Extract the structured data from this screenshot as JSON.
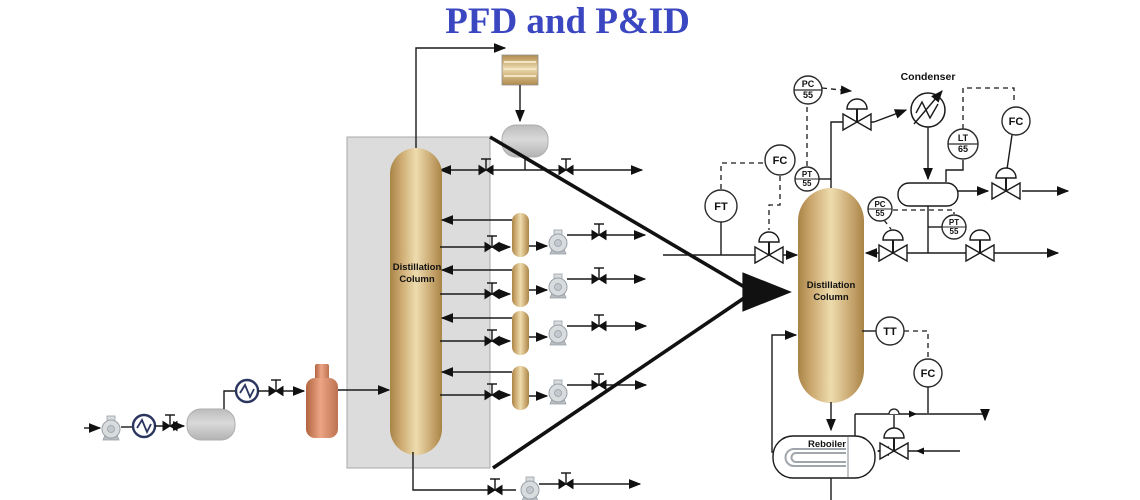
{
  "title": "PFD and P&ID",
  "pfd": {
    "column_label_line1": "Distillation",
    "column_label_line2": "Column"
  },
  "pid": {
    "column_label_line1": "Distillation",
    "column_label_line2": "Column",
    "condenser_label": "Condenser",
    "reboiler_label": "Reboiler",
    "instruments": {
      "pc55_top": {
        "line1": "PC",
        "line2": "55"
      },
      "pt55_top": {
        "line1": "PT",
        "line2": "55"
      },
      "fc_feed": {
        "label": "FC"
      },
      "ft_feed": {
        "label": "FT"
      },
      "lt65": {
        "line1": "LT",
        "line2": "65"
      },
      "fc_distillate": {
        "label": "FC"
      },
      "pc55_reflux": {
        "line1": "PC",
        "line2": "55"
      },
      "pt55_reflux": {
        "line1": "PT",
        "line2": "55"
      },
      "tt_column": {
        "label": "TT"
      },
      "fc_reboiler": {
        "label": "FC"
      }
    }
  },
  "colors": {
    "title_blue": "#3a47c1",
    "vessel_tan": "#cfa972",
    "feed_vessel_salmon": "#d9855f",
    "equipment_gray": "#c9c9c9",
    "pfd_panel_gray": "#dcdcdc",
    "line_black": "#1a1a1a",
    "exchanger_ring_navy": "#2a3560"
  }
}
